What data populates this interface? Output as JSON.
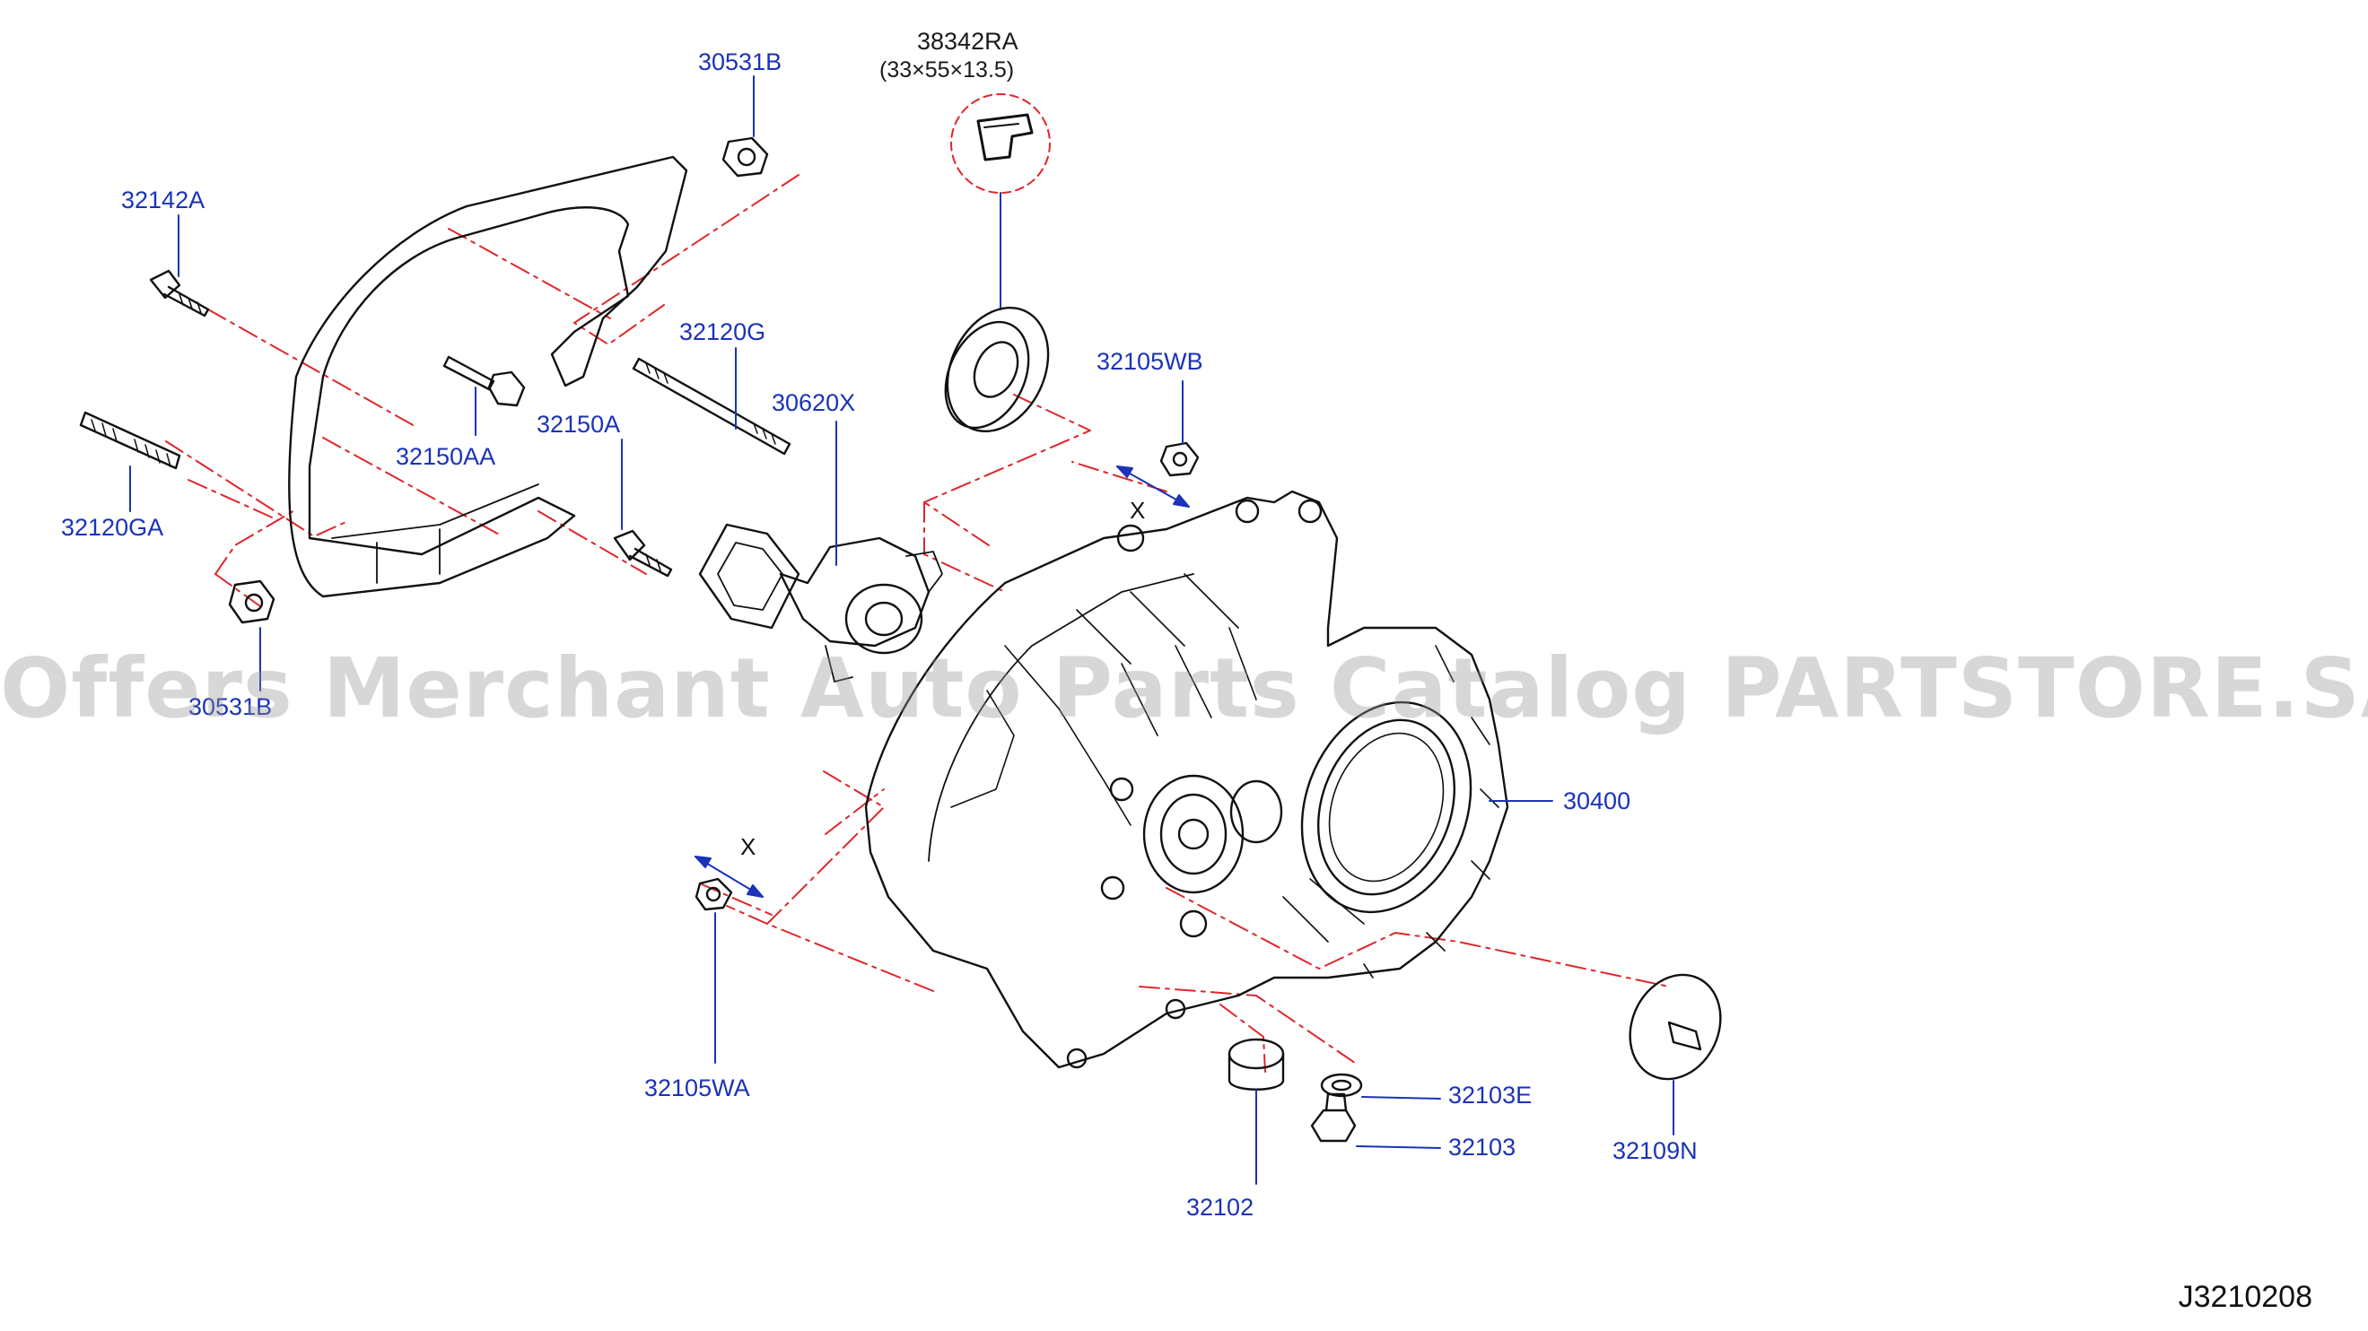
{
  "labels": {
    "p38342RA": "38342RA",
    "p38342RA_dims": "(33×55×13.5)",
    "p30531B": "30531B",
    "p32142A": "32142A",
    "p32120G": "32120G",
    "p32105WB": "32105WB",
    "p30620X": "30620X",
    "p32150A": "32150A",
    "p32150AA": "32150AA",
    "p32120GA": "32120GA",
    "p30531B_lower": "30531B",
    "p30400": "30400",
    "p32105WA": "32105WA",
    "p32103E": "32103E",
    "p32103": "32103",
    "p32109N": "32109N",
    "p32102": "32102",
    "x_mark": "X"
  },
  "watermark": "Offers Merchant Auto Parts Catalog PARTSTORE.SA",
  "diagram_code": "J3210208",
  "colors": {
    "label_blue": "#1a33b8",
    "assembly_line_red": "#e0262a",
    "line_black": "#111111"
  }
}
